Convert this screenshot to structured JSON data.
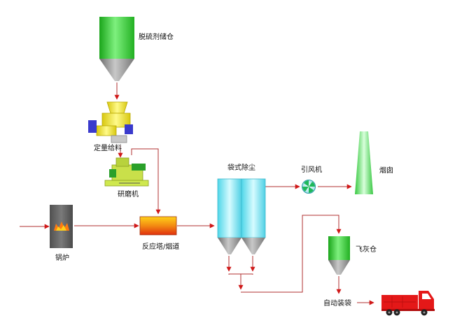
{
  "labels": {
    "silo": "脱硫剂储仓",
    "feeder": "定量给料",
    "mill": "研磨机",
    "boiler": "锅炉",
    "reactor": "反应塔/烟道",
    "baghouse": "袋式除尘",
    "fan": "引风机",
    "chimney": "烟囱",
    "ashsilo": "飞灰仓",
    "bagging": "自动装袋"
  },
  "icons": {
    "silo": "storage-silo-icon",
    "feeder": "screw-feeder-icon",
    "mill": "grinding-mill-icon",
    "boiler": "boiler-flame-icon",
    "reactor": "reactor-duct-icon",
    "baghouse": "baghouse-filter-icon",
    "fan": "induced-draft-fan-icon",
    "chimney": "chimney-icon",
    "ashsilo": "fly-ash-silo-icon",
    "truck": "truck-icon"
  },
  "colors": {
    "flow_line": "#b03030",
    "arrow": "#d01818",
    "silo_green": "#33cc33",
    "hopper_gray": "#8a8a8a",
    "feeder_yellow": "#f0e030",
    "reactor_orange": "#f59a12",
    "reactor_red": "#e53010",
    "baghouse_cyan": "#7fe6f2",
    "chimney_green": "#5fe06a",
    "truck_red": "#e41818"
  }
}
